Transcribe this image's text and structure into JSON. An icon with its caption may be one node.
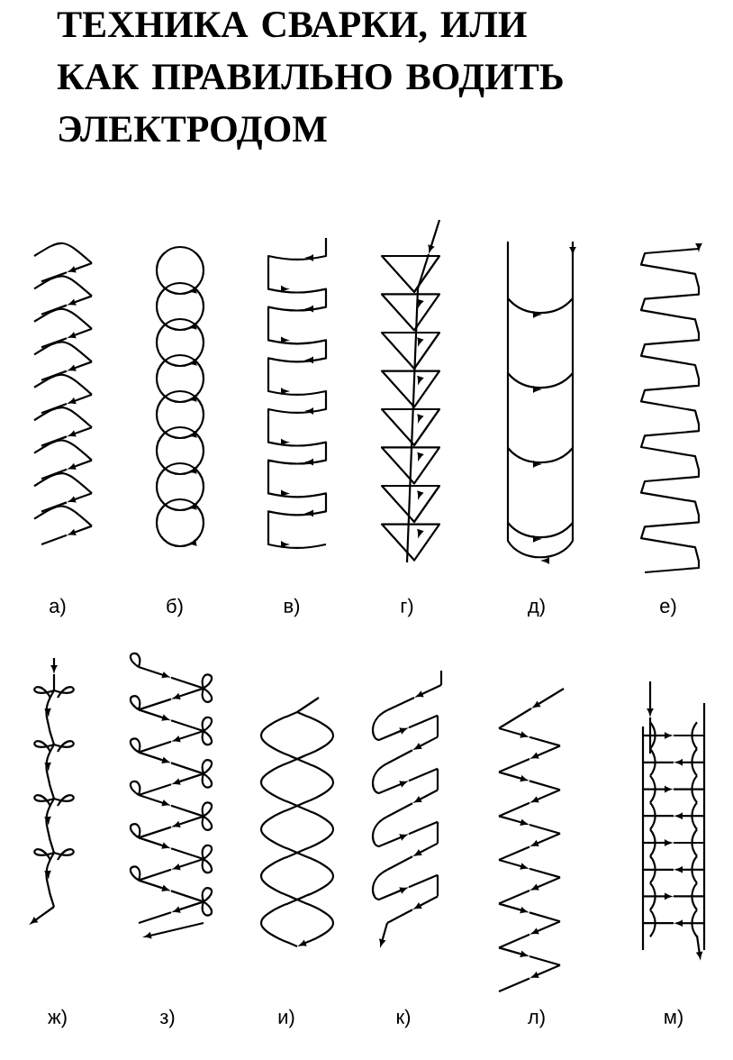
{
  "diagram": {
    "title": "ТЕХНИКА СВАРКИ, ИЛИ КАК ПРАВИЛЬНО ВОДИТЬ ЭЛЕКТРОДОМ",
    "labels": [
      "а)",
      "б)",
      "в)",
      "г)",
      "д)",
      "е)",
      "ж)",
      "з)",
      "и)",
      "к)",
      "л)",
      "м)"
    ]
  }
}
